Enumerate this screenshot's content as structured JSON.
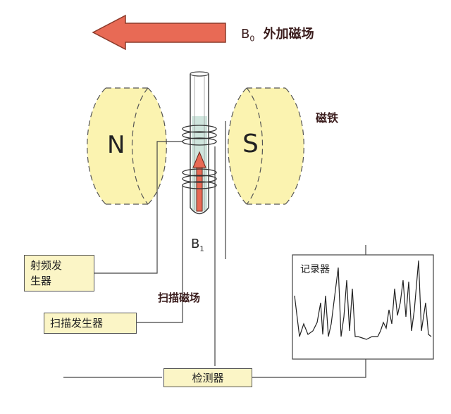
{
  "labels": {
    "external_field_symbol": "B",
    "external_field_sub": "0",
    "external_field_text": "外加磁场",
    "magnet_label": "磁铁",
    "north_pole": "N",
    "south_pole": "S",
    "rf_field_symbol": "B",
    "rf_field_sub": "1",
    "sweep_field": "扫描磁场",
    "recorder": "记录器"
  },
  "boxes": {
    "rf_generator_line1": "射频发",
    "rf_generator_line2": "生器",
    "sweep_generator": "扫描发生器",
    "detector": "检测器"
  },
  "colors": {
    "magnet_fill": "#fbf3b0",
    "arrow_fill": "#e86a55",
    "box_fill": "#fbf5c6",
    "tube_liquid": "#cfe5dd",
    "text_dark": "#3a1c1c"
  },
  "icons": {
    "field_arrow": "left-arrow-icon",
    "coil": "coil-icon",
    "inner_arrow": "up-arrow-icon"
  }
}
